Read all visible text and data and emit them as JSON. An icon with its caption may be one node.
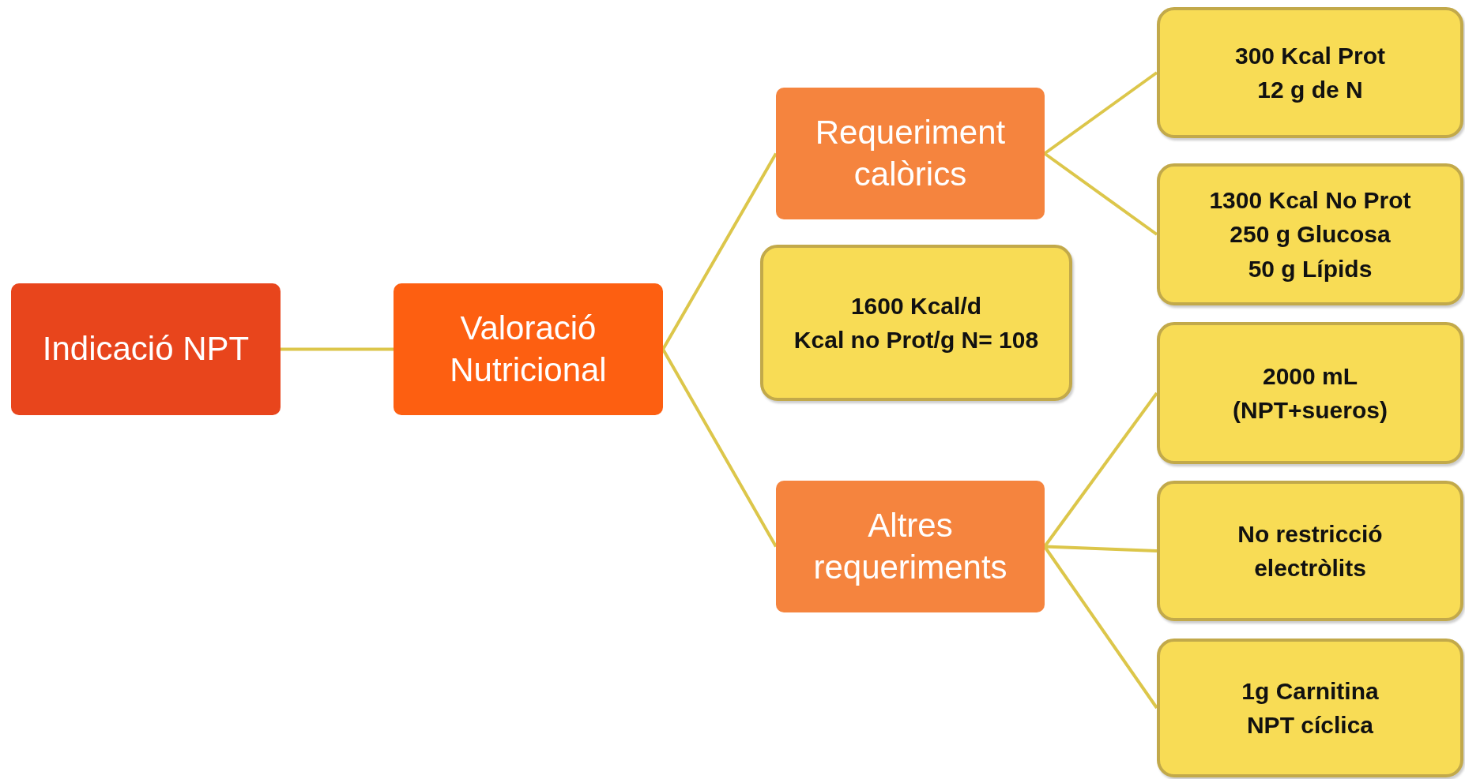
{
  "diagram": {
    "nodes": [
      {
        "text": [
          "Indicació NPT"
        ]
      },
      {
        "text": [
          "Valoració Nutricional"
        ]
      },
      {
        "text": [
          "Requeriment calòrics"
        ]
      },
      {
        "text": [
          "1600 Kcal/d",
          "Kcal no Prot/g N= 108"
        ]
      },
      {
        "text": [
          "Altres requeriments"
        ]
      },
      {
        "text": [
          "300 Kcal Prot",
          "12 g de N"
        ]
      },
      {
        "text": [
          "1300 Kcal No Prot",
          "250 g Glucosa",
          "50 g Lípids"
        ]
      },
      {
        "text": [
          "2000 mL",
          "(NPT+sueros)"
        ]
      },
      {
        "text": [
          "No restricció",
          "electròlits"
        ]
      },
      {
        "text": [
          "1g Carnitina",
          "NPT cíclica"
        ]
      }
    ],
    "edges": [
      {
        "from": 0,
        "to": 1,
        "arrow": "none"
      },
      {
        "from": 1,
        "to": 2,
        "arrow": "none"
      },
      {
        "from": 1,
        "to": 4,
        "arrow": "none"
      },
      {
        "from": 2,
        "to": 5,
        "arrow": "none"
      },
      {
        "from": 2,
        "to": 6,
        "arrow": "none"
      },
      {
        "from": 4,
        "to": 7,
        "arrow": "none"
      },
      {
        "from": 4,
        "to": 8,
        "arrow": "none"
      },
      {
        "from": 4,
        "to": 9,
        "arrow": "none"
      }
    ]
  }
}
